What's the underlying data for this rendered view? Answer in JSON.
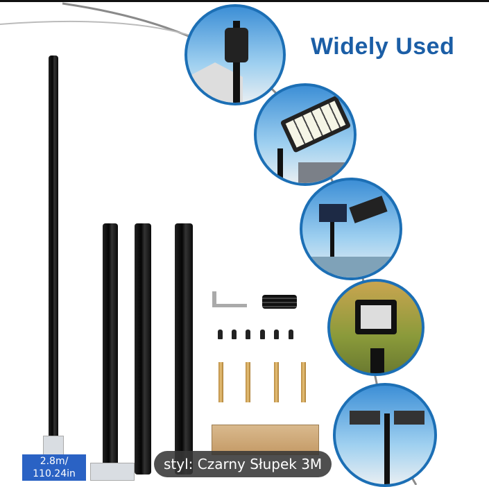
{
  "heading": "Widely Used",
  "size_label": {
    "line1": "2.8m/",
    "line2": "110.24in"
  },
  "style_chip": "styl: Czarny Słupek 3M",
  "colors": {
    "heading": "#1b5ea6",
    "label_bg": "#2a62c4",
    "circle_border": "#1c6fb5"
  },
  "use_cases": [
    "garden-lantern-icon",
    "solar-street-light-icon",
    "solar-panel-light-icon",
    "floodlight-icon",
    "parking-light-icon"
  ]
}
